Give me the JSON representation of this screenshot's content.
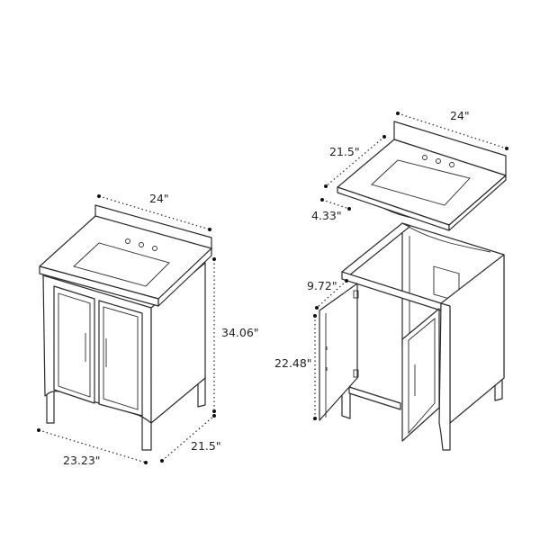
{
  "left_view": {
    "dimensions": {
      "width_top": "24\"",
      "height": "34.06\"",
      "depth": "21.5\"",
      "width_base": "23.23\""
    }
  },
  "right_view": {
    "dimensions": {
      "top_width": "24\"",
      "top_depth": "21.5\"",
      "top_thickness": "4.33\"",
      "door_width": "9.72\"",
      "door_height": "22.48\""
    }
  },
  "colors": {
    "line": "#2a2a2a",
    "background": "#ffffff"
  }
}
